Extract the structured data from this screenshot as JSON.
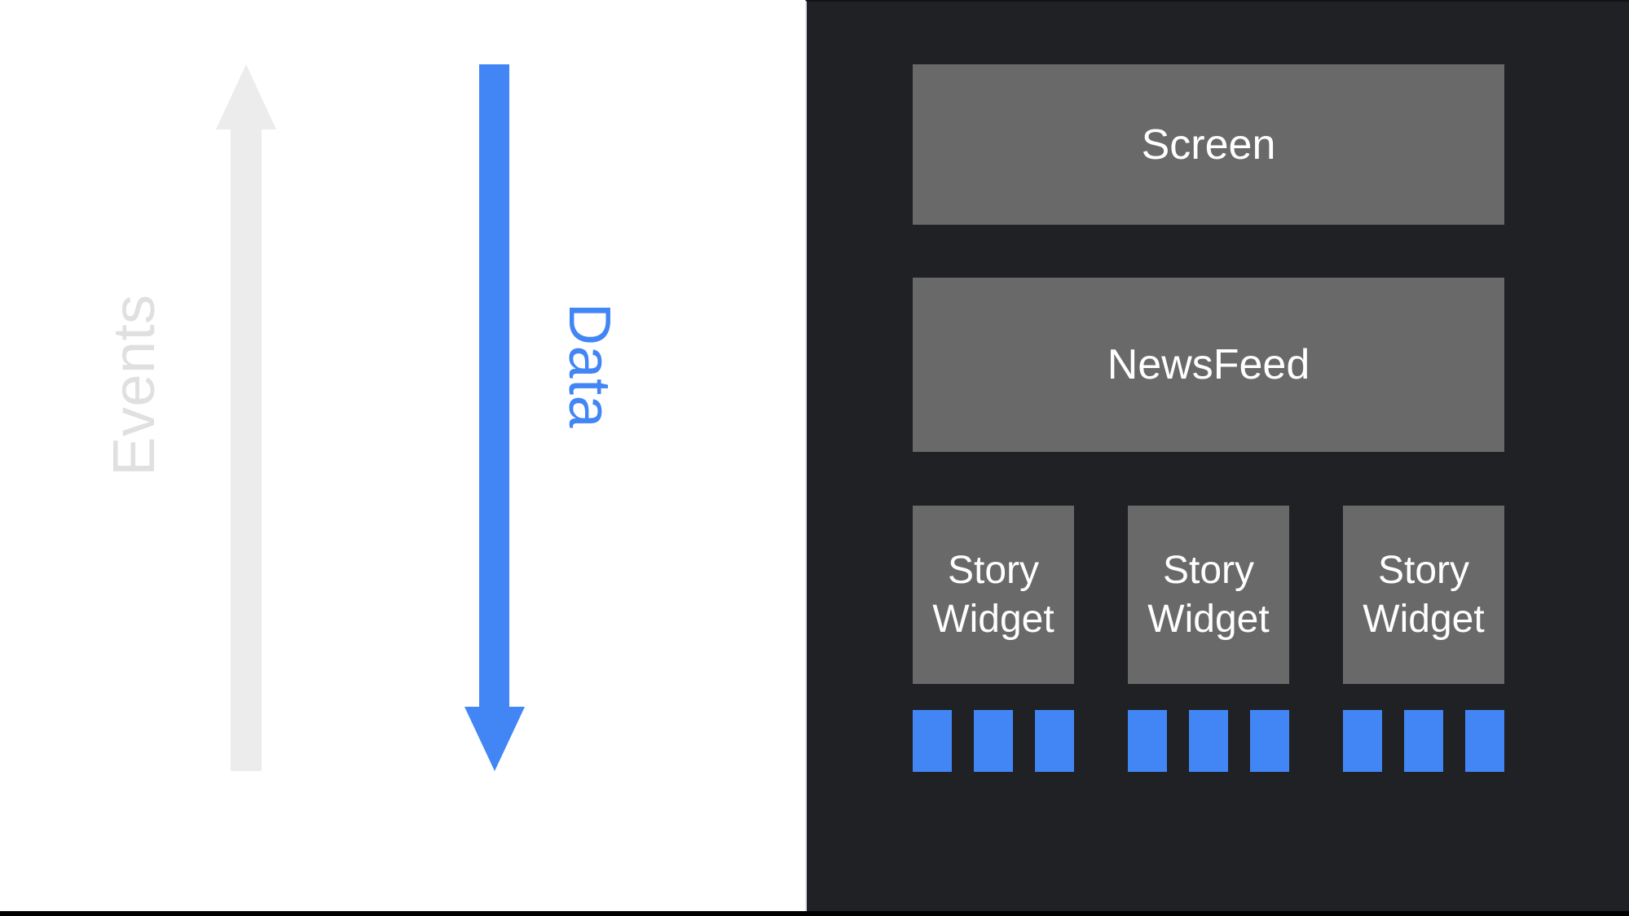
{
  "left": {
    "events_label": "Events",
    "data_label": "Data"
  },
  "right": {
    "screen_label": "Screen",
    "newsfeed_label": "NewsFeed",
    "story_widgets": [
      {
        "label": "Story Widget",
        "bar_count": 3
      },
      {
        "label": "Story Widget",
        "bar_count": 3
      },
      {
        "label": "Story Widget",
        "bar_count": 3
      }
    ]
  },
  "colors": {
    "accent_blue": "#4285f4",
    "panel_dark": "#202124",
    "box_gray": "#696969",
    "arrow_gray": "#ececec",
    "events_gray": "#e0e0e0",
    "edge_black": "#000000"
  }
}
